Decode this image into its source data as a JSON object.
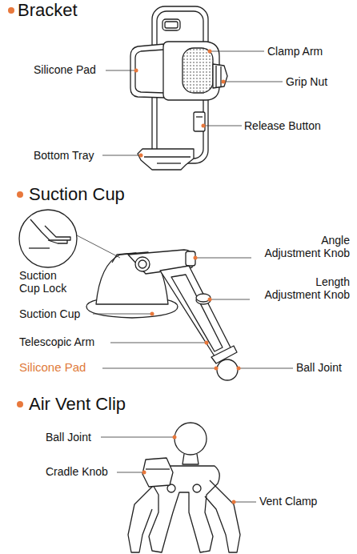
{
  "diagram": {
    "labels": [
      "Bracket",
      "Silicone Pad",
      "Clamp Arm",
      "Grip Nut",
      "Release Button",
      "Bottom Tray",
      "Suction Cup",
      "Angle Adjustment Knob",
      "Suction Cup Lock",
      "Length Adjustment Knob",
      "Suction Cup",
      "Telescopic Arm",
      "Silicone Pad",
      "Ball Joint",
      "Air Vent Clip",
      "Ball Joint",
      "Cradle Knob",
      "Vent Clamp"
    ]
  }
}
